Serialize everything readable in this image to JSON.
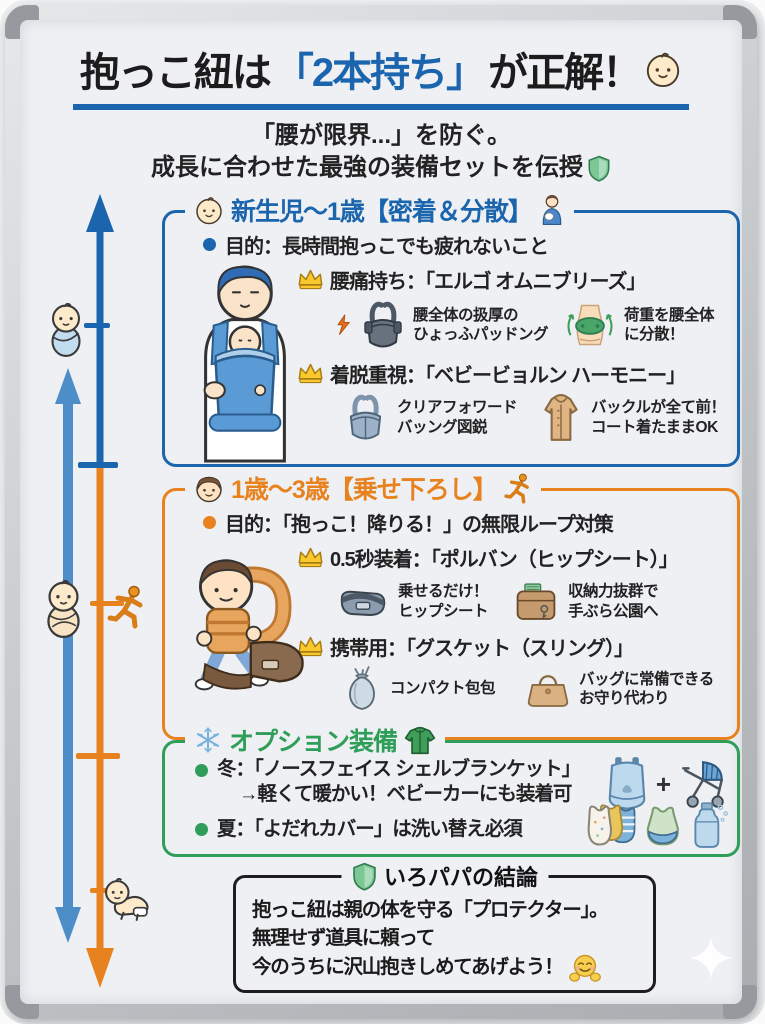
{
  "title": {
    "pre": "抱っこ紐は",
    "highlight": "「2本持ち」",
    "post": "が正解！"
  },
  "subtitle": {
    "line1": "「腰が限界...」を防ぐ。",
    "line2": "成長に合わせた最強の装備セットを伝授"
  },
  "sections": {
    "age0": {
      "title": "新生児〜1歳【密着＆分散】",
      "purpose": "目的：長時間抱っこでも疲れないこと",
      "pick1": {
        "label": "腰痛持ち：「エルゴ オムニブリーズ」",
        "point1": {
          "line1": "腰全体の扱厚の",
          "line2": "ひょっふパッドング"
        },
        "point2": {
          "line1": "荷重を腰全体",
          "line2": "に分散！"
        }
      },
      "pick2": {
        "label": "着脱重視：「ベビービョルン ハーモニー」",
        "point1": {
          "line1": "クリアフォワード",
          "line2": "バッング図鋭"
        },
        "point2": {
          "line1": "バックルが全て前！",
          "line2": "コート着たままOK"
        }
      }
    },
    "age1": {
      "title": "1歳〜3歳【乗せ下ろし】",
      "purpose": "目的：「抱っこ！降りる！」の無限ループ対策",
      "pick1": {
        "label": "0.5秒装着：「ポルバン（ヒップシート）」",
        "point1": {
          "line1": "乗せるだけ！",
          "line2": "ヒップシート"
        },
        "point2": {
          "line1": "収納力抜群で",
          "line2": "手ぶら公園へ"
        }
      },
      "pick2": {
        "label": "携帯用：「グスケット（スリング）」",
        "point1": {
          "line1": "コンパクト包包"
        },
        "point2": {
          "line1": "バッグに常備できる",
          "line2": "お守り代わり"
        }
      }
    },
    "options": {
      "title": "オプション装備",
      "winter": {
        "line1": "冬：「ノースフェイス シェルブランケット」",
        "line2": "→軽くて暖かい！ベビーカーにも装着可"
      },
      "plus": "+",
      "summer": "夏：「よだれカバー」は洗い替え必須"
    }
  },
  "conclusion": {
    "title": "いろパパの結論",
    "line1": "抱っこ紐は親の体を守る「プロテクター」。",
    "line2": "無理せず道具に頼って",
    "line3": "今のうちに沢山抱きしめてあげよう！"
  },
  "colors": {
    "blue": "#1b64ae",
    "orange": "#e8821e",
    "green": "#2f9e58",
    "gold": "#f8c82e"
  },
  "icons": {
    "baby-face": "👶",
    "mother-baby": "🤱",
    "boy-face": "👦",
    "runner": "🏃",
    "snowflake": "❄",
    "jacket": "🧥",
    "crown": "👑",
    "shield": "🛡",
    "lightning": "⚡",
    "hug-face": "🤗",
    "sparkle": "✦"
  }
}
